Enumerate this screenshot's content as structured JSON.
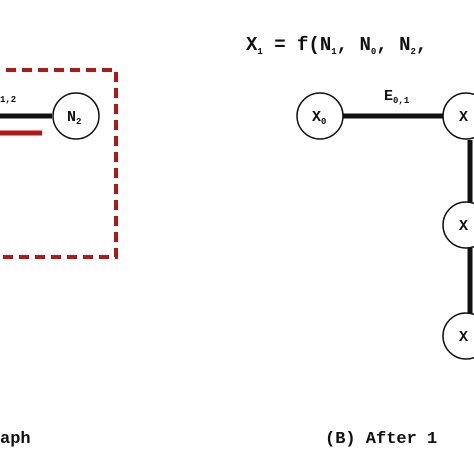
{
  "colors": {
    "ink": "#111111",
    "accent": "#b01818",
    "node_fill": "#ffffff"
  },
  "panel_a": {
    "edge_label": "1,2",
    "node": {
      "base": "N",
      "sub": "2"
    },
    "caption": "aph"
  },
  "panel_b": {
    "equation": {
      "lhs_base": "X",
      "lhs_sub": "1",
      "op": " = f(",
      "args": [
        {
          "base": "N",
          "sub": "1",
          "sep": ", "
        },
        {
          "base": "N",
          "sub": "0",
          "sep": ", "
        },
        {
          "base": "N",
          "sub": "2",
          "sep": ","
        }
      ]
    },
    "edge_label": {
      "base": "E",
      "sub": "0,1"
    },
    "nodes": [
      {
        "base": "X",
        "sub": "0"
      },
      {
        "base": "X",
        "sub": ""
      },
      {
        "base": "X",
        "sub": ""
      },
      {
        "base": "X",
        "sub": ""
      }
    ],
    "caption": "(B) After 1"
  }
}
